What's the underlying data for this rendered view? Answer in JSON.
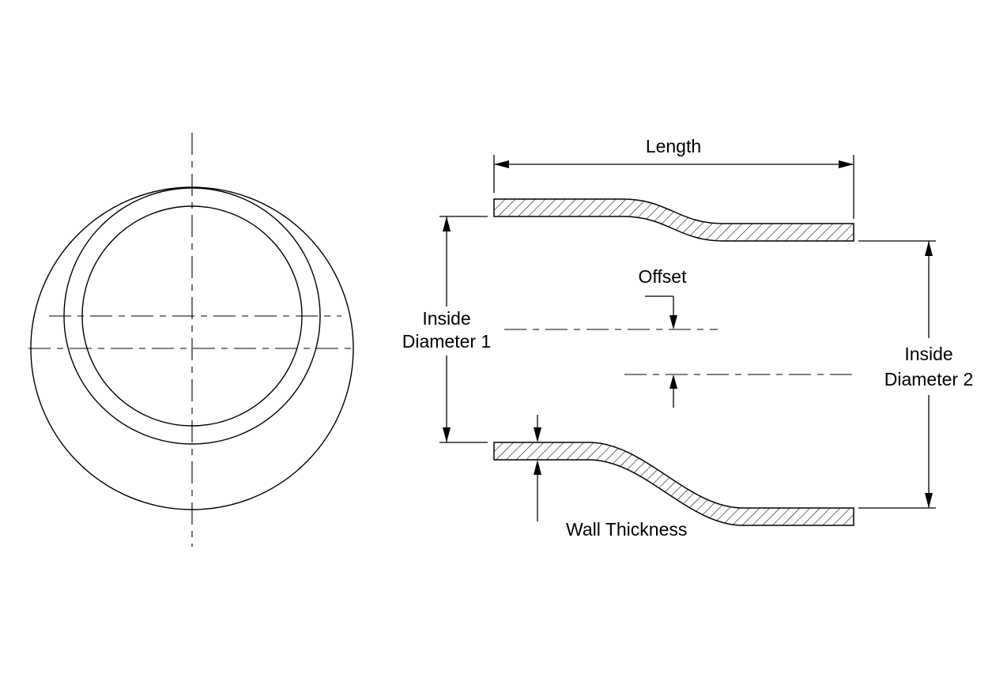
{
  "diagram": {
    "type": "engineering-drawing",
    "subject": "reducer-coupler-cross-section",
    "labels": {
      "length": "Length",
      "offset": "Offset",
      "inside_diameter_1_line1": "Inside",
      "inside_diameter_1_line2": "Diameter 1",
      "inside_diameter_2_line1": "Inside",
      "inside_diameter_2_line2": "Diameter 2",
      "wall_thickness": "Wall Thickness"
    },
    "colors": {
      "line": "#000000",
      "background": "#ffffff"
    }
  }
}
